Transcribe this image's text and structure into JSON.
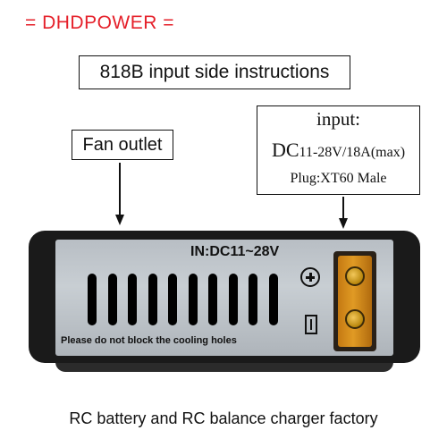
{
  "brand": "=  DHDPOWER  =",
  "title": "818B input side instructions",
  "callouts": {
    "fan_outlet": "Fan outlet",
    "input_heading": "input:",
    "input_voltage_prefix": "DC",
    "input_voltage_value": "11-28V/18A(max)",
    "input_plug": "Plug:XT60 Male"
  },
  "device": {
    "panel_label": "IN:DC11~28V",
    "warning": "Please do not block the cooling holes",
    "vent_count": 10
  },
  "footer": "RC battery and RC balance charger factory"
}
